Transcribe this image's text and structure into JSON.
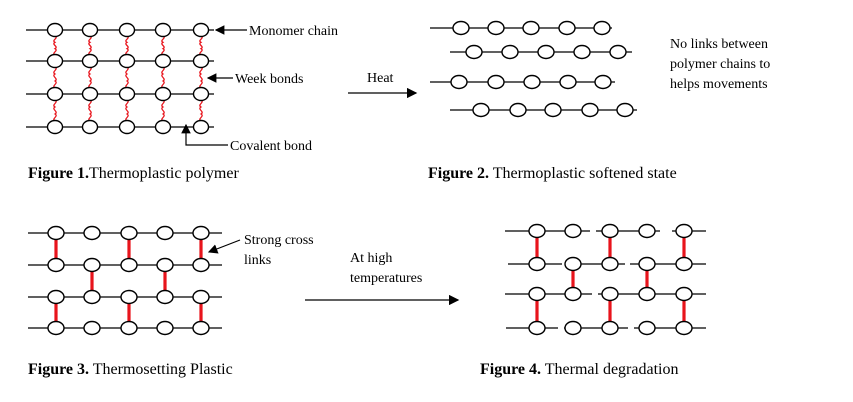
{
  "figures": [
    {
      "caption_bold": "Figure 1.",
      "caption_text": "Thermoplastic polymer",
      "labels": {
        "monomer_chain": "Monomer chain",
        "weak_bonds": "Week bonds",
        "covalent_bond": "Covalent bond"
      }
    },
    {
      "caption_bold": "Figure 2.",
      "caption_text": " Thermoplastic softened state",
      "note_lines": [
        "No links between",
        "polymer chains to",
        "helps movements"
      ]
    },
    {
      "caption_bold": "Figure 3.",
      "caption_text": " Thermosetting Plastic",
      "label_lines": [
        "Strong cross",
        "links"
      ]
    },
    {
      "caption_bold": "Figure 4.",
      "caption_text": " Thermal degradation"
    }
  ],
  "arrows": {
    "heat": "Heat",
    "high_temp_lines": [
      "At high",
      "temperatures"
    ]
  },
  "colors": {
    "bond": "#e8141c",
    "line": "#000000",
    "bead_fill": "#ffffff"
  }
}
